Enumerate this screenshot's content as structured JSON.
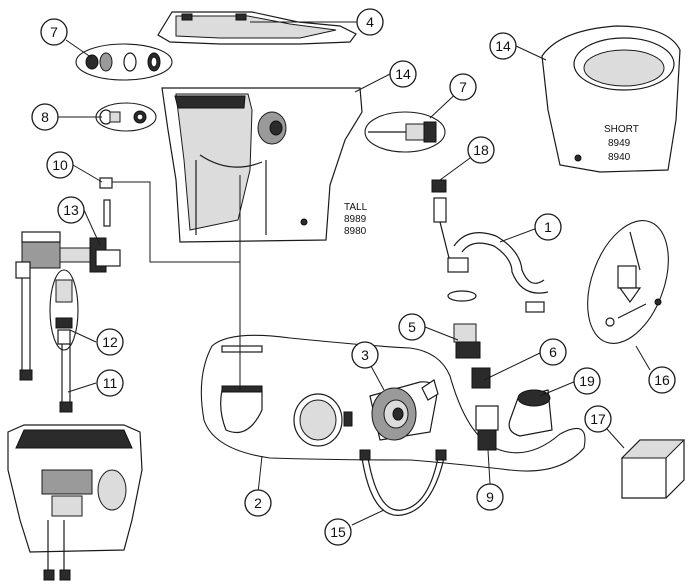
{
  "model_labels": {
    "tall": [
      "TALL",
      "8989",
      "8980"
    ],
    "short": [
      "SHORT",
      "8949",
      "8940"
    ]
  },
  "callouts": [
    "1",
    "2",
    "3",
    "4",
    "5",
    "6",
    "7",
    "7",
    "8",
    "9",
    "10",
    "11",
    "12",
    "13",
    "14",
    "14",
    "15",
    "16",
    "17",
    "18",
    "19"
  ]
}
